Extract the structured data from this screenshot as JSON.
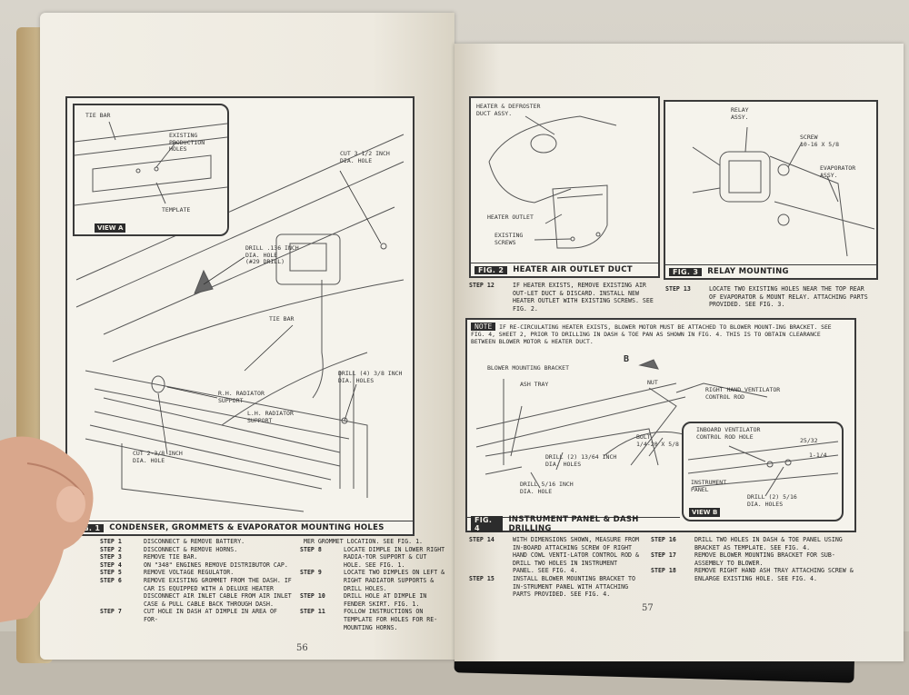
{
  "left_page": {
    "page_number": "56",
    "fig1": {
      "tag": "FIG. 1",
      "title": "CONDENSER, GROMMETS & EVAPORATOR MOUNTING HOLES",
      "labels": {
        "tie_bar_top": "TIE BAR",
        "existing_holes": "EXISTING\nPRODUCTION\nHOLES",
        "template": "TEMPLATE",
        "view_a": "VIEW A",
        "cut_3_1_2": "CUT 3-1/2 INCH\nDIA. HOLE",
        "drill_136": "DRILL .136 INCH\nDIA. HOLE\n(#29 DRILL)",
        "tie_bar": "TIE BAR",
        "drill_4_3_8": "DRILL (4) 3/8 INCH\nDIA. HOLES",
        "rh_support": "R.H. RADIATOR\nSUPPORT",
        "lh_support": "L.H. RADIATOR\nSUPPORT",
        "cut_2_3_8": "CUT 2-3/8 INCH\nDIA. HOLE"
      }
    },
    "steps_col1": [
      {
        "num": "STEP 1",
        "text": "DISCONNECT & REMOVE BATTERY."
      },
      {
        "num": "STEP 2",
        "text": "DISCONNECT & REMOVE HORNS."
      },
      {
        "num": "STEP 3",
        "text": "REMOVE TIE BAR."
      },
      {
        "num": "STEP 4",
        "text": "ON \"348\" ENGINES REMOVE DISTRIBUTOR CAP."
      },
      {
        "num": "STEP 5",
        "text": "REMOVE VOLTAGE REGULATOR."
      },
      {
        "num": "STEP 6",
        "text": "REMOVE EXISTING GROMMET FROM THE DASH. IF CAR IS EQUIPPED WITH A DELUXE HEATER DISCONNECT AIR INLET CABLE FROM AIR INLET CASE & PULL CABLE BACK THROUGH DASH."
      },
      {
        "num": "STEP 7",
        "text": "CUT HOLE IN DASH AT DIMPLE IN AREA OF FOR-"
      }
    ],
    "steps_col2": [
      {
        "num": "",
        "text": "MER GROMMET LOCATION. SEE FIG. 1."
      },
      {
        "num": "STEP 8",
        "text": "LOCATE DIMPLE IN LOWER RIGHT RADIA-TOR SUPPORT & CUT HOLE. SEE FIG. 1."
      },
      {
        "num": "STEP 9",
        "text": "LOCATE TWO DIMPLES ON LEFT & RIGHT RADIATOR SUPPORTS & DRILL HOLES."
      },
      {
        "num": "STEP 10",
        "text": "DRILL HOLE AT DIMPLE IN FENDER SKIRT. FIG. 1."
      },
      {
        "num": "STEP 11",
        "text": "FOLLOW INSTRUCTIONS ON TEMPLATE FOR HOLES FOR RE-MOUNTING HORNS."
      }
    ]
  },
  "right_page": {
    "page_number": "57",
    "fig2": {
      "tag": "FIG. 2",
      "title": "HEATER AIR OUTLET DUCT",
      "labels": {
        "defroster": "HEATER & DEFROSTER\nDUCT ASSY.",
        "heater_outlet": "HEATER OUTLET",
        "existing_screws": "EXISTING\nSCREWS"
      }
    },
    "fig3": {
      "tag": "FIG. 3",
      "title": "RELAY MOUNTING",
      "labels": {
        "relay": "RELAY\nASSY.",
        "screw": "SCREW\n10-16 X 5/8",
        "evaporator": "EVAPORATOR\nASSY."
      }
    },
    "steps_mid_left": [
      {
        "num": "STEP 12",
        "text": "IF HEATER EXISTS, REMOVE EXISTING AIR OUT-LET DUCT & DISCARD. INSTALL NEW HEATER OUTLET WITH EXISTING SCREWS. SEE FIG. 2."
      }
    ],
    "steps_mid_right": [
      {
        "num": "STEP 13",
        "text": "LOCATE TWO EXISTING HOLES NEAR THE TOP REAR OF EVAPORATOR & MOUNT RELAY. ATTACHING PARTS PROVIDED. SEE FIG. 3."
      }
    ],
    "fig4": {
      "tag": "FIG. 4",
      "title": "INSTRUMENT PANEL & DASH DRILLING",
      "note_tag": "NOTE",
      "note_text": "IF RE-CIRCULATING HEATER EXISTS, BLOWER MOTOR MUST BE ATTACHED TO BLOWER MOUNT-ING BRACKET. SEE FIG. 4, SHEET 2, PRIOR TO DRILLING IN DASH & TOE PAN AS SHOWN IN FIG. 4. THIS IS TO OBTAIN CLEARANCE BETWEEN BLOWER MOTOR & HEATER DUCT.",
      "labels": {
        "blower_bracket": "BLOWER MOUNTING BRACKET",
        "ash_tray": "ASH TRAY",
        "b_marker": "B",
        "nut": "NUT",
        "right_vent": "RIGHT HAND VENTILATOR\nCONTROL ROD",
        "drill_13_64": "DRILL (2) 13/64 INCH\nDIA. HOLES",
        "bolt": "BOLT\n1/4-20 X 5/8",
        "drill_5_16": "DRILL 5/16 INCH\nDIA. HOLE",
        "inboard_vent": "INBOARD VENTILATOR\nCONTROL ROD HOLE",
        "dim_25_32": "25/32",
        "dim_1_1_4": "1-1/4",
        "instrument_panel": "INSTRUMENT\nPANEL",
        "drill_2_5_16": "DRILL (2) 5/16\nDIA. HOLES",
        "view_b": "VIEW B"
      }
    },
    "steps_bottom_col1": [
      {
        "num": "STEP 14",
        "text": "WITH DIMENSIONS SHOWN, MEASURE FROM IN-BOARD ATTACHING SCREW OF RIGHT HAND COWL VENTI-LATOR CONTROL ROD & DRILL TWO HOLES IN INSTRUMENT PANEL. SEE FIG. 4."
      },
      {
        "num": "STEP 15",
        "text": "INSTALL BLOWER MOUNTING BRACKET TO IN-STRUMENT PANEL WITH ATTACHING PARTS PROVIDED. SEE FIG. 4."
      }
    ],
    "steps_bottom_col2": [
      {
        "num": "STEP 16",
        "text": "DRILL TWO HOLES IN DASH & TOE PANEL USING BRACKET AS TEMPLATE. SEE FIG. 4."
      },
      {
        "num": "STEP 17",
        "text": "REMOVE BLOWER MOUNTING BRACKET FOR SUB-ASSEMBLY TO BLOWER."
      },
      {
        "num": "STEP 18",
        "text": "REMOVE RIGHT HAND ASH TRAY ATTACHING SCREW & ENLARGE EXISTING HOLE. SEE FIG. 4."
      }
    ]
  },
  "colors": {
    "paper": "#efece3",
    "ink": "#2c2c2c"
  }
}
